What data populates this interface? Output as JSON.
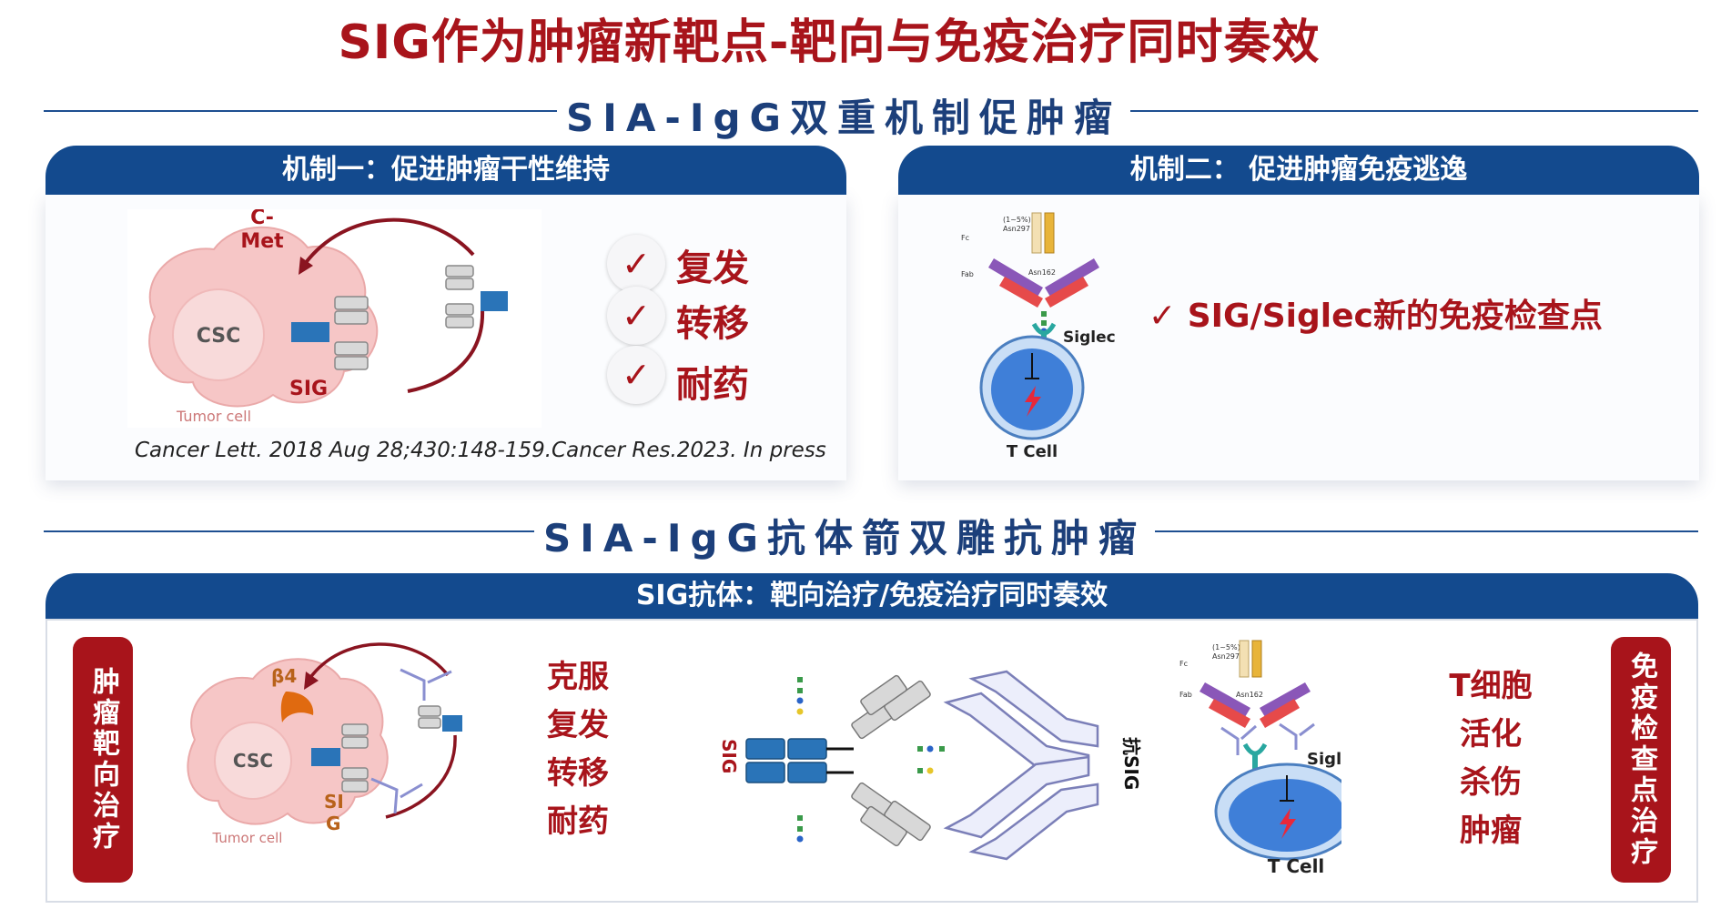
{
  "title": "SIG作为肿瘤新靶点-靶向与免疫治疗同时奏效",
  "section1": {
    "heading": "SIA-IgG双重机制促肿瘤",
    "mech1": {
      "bar": "机制一：促进肿瘤干性维持",
      "diagram": {
        "cmet": "C-\nMet",
        "csc": "CSC",
        "sig": "SIG",
        "tumor": "Tumor cell"
      },
      "items": [
        "复发",
        "转移",
        "耐药"
      ],
      "citation": "Cancer Lett. 2018 Aug 28;430:148-159.Cancer Res.2023. In press"
    },
    "mech2": {
      "bar": "机制二： 促进肿瘤免疫逃逸",
      "diagram": {
        "pct": "(1~5%)",
        "asn297": "Asn297",
        "asn162": "Asn162",
        "fc": "Fc",
        "fab": "Fab",
        "siglec": "Siglec",
        "tcell": "T Cell"
      },
      "statement": "✓ SIG/Siglec新的免疫检查点"
    }
  },
  "section2": {
    "heading": "SIA-IgG抗体箭双雕抗肿瘤",
    "bar": "SIG抗体：靶向治疗/免疫治疗同时奏效",
    "left_label": "肿瘤靶向治疗",
    "right_label": "免疫检查点治疗",
    "diagram_left": {
      "b4": "β4",
      "csc": "CSC",
      "sig": "SI\nG",
      "tumor": "Tumor cell"
    },
    "list1": [
      "克服",
      "复发",
      "转移",
      "耐药"
    ],
    "center": {
      "sig": "SIG",
      "anti": "抗SIG"
    },
    "diagram_right": {
      "pct": "(1~5%)",
      "asn297": "Asn297",
      "asn162": "Asn162",
      "fc": "Fc",
      "fab": "Fab",
      "siglec": "Siglec",
      "tcell": "T Cell"
    },
    "list2": [
      "T细胞",
      "活化",
      "杀伤",
      "肿瘤"
    ]
  },
  "colors": {
    "red": "#a8141b",
    "navy": "#134a8e",
    "heading": "#1c3f7a"
  }
}
